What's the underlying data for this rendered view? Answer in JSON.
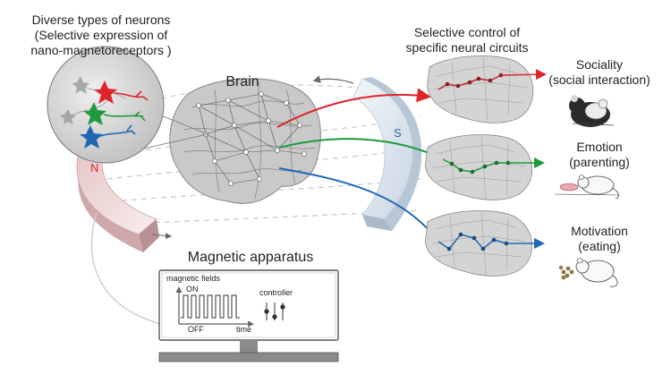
{
  "neuron_types": {
    "line1": "Diverse types of neurons",
    "line2": "(Selective expression of",
    "line3": "nano-magnetoreceptors )"
  },
  "brain_label": "Brain",
  "selective_control": {
    "line1": "Selective control of",
    "line2": "specific neural circuits"
  },
  "magnet": {
    "north": "N",
    "south": "S"
  },
  "apparatus": {
    "title": "Magnetic apparatus",
    "magnetic_fields": "magnetic fields",
    "on": "ON",
    "off": "OFF",
    "time": "time",
    "controller": "controller"
  },
  "outputs": [
    {
      "title": "Sociality",
      "subtitle": "(social interaction)",
      "color": "#e0242b"
    },
    {
      "title": "Emotion",
      "subtitle": "(parenting)",
      "color": "#1e9a3c"
    },
    {
      "title": "Motivation",
      "subtitle": "(eating)",
      "color": "#1f66b3"
    }
  ],
  "colors": {
    "red": "#e0242b",
    "green": "#1e9a3c",
    "blue": "#1f66b3",
    "brain": "#b8b8b8"
  }
}
